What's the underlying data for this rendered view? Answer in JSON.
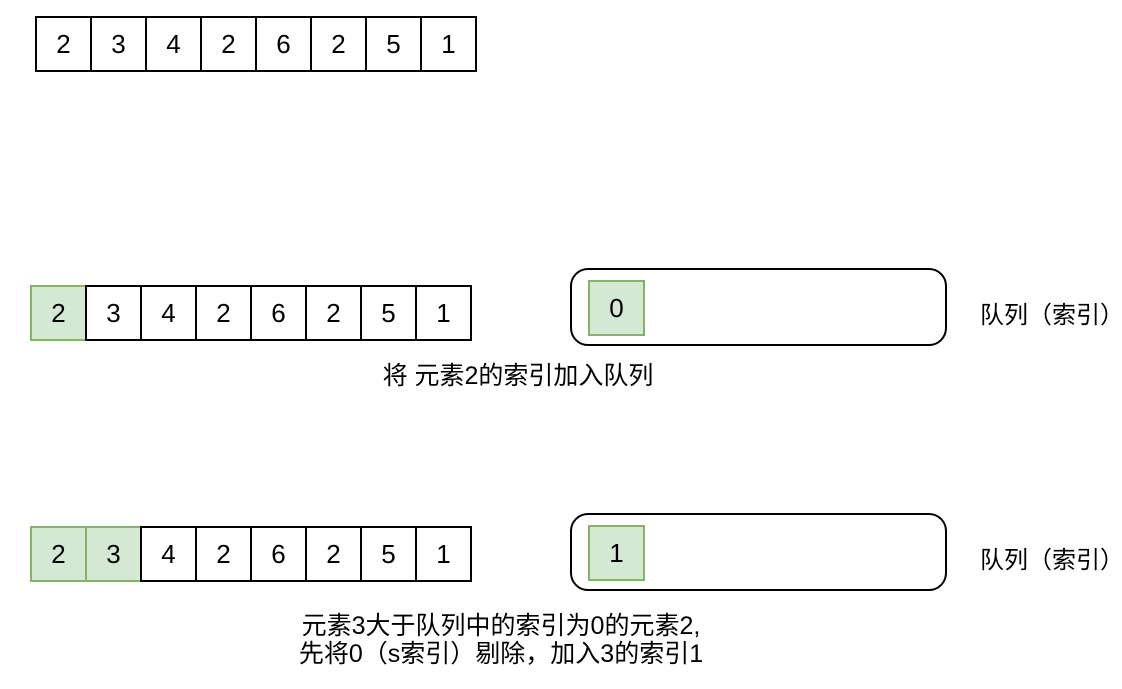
{
  "colors": {
    "highlight_fill": "#d5e8d4",
    "highlight_stroke": "#82b366",
    "border": "#000000",
    "background": "#ffffff"
  },
  "array_values": [
    "2",
    "3",
    "4",
    "2",
    "6",
    "2",
    "5",
    "1"
  ],
  "sections": {
    "top": {
      "highlight_count": 0
    },
    "step1": {
      "highlight_count": 1,
      "queue": [
        "0"
      ],
      "queue_highlight_count": 1,
      "queue_label": "队列（索引）",
      "caption": "将 元素2的索引加入队列"
    },
    "step2": {
      "highlight_count": 2,
      "queue": [
        "1"
      ],
      "queue_highlight_count": 1,
      "queue_label": "队列（索引）",
      "caption_line1": "元素3大于队列中的索引为0的元素2,",
      "caption_line2": "先将0（s索引）剔除，加入3的索引1"
    }
  }
}
